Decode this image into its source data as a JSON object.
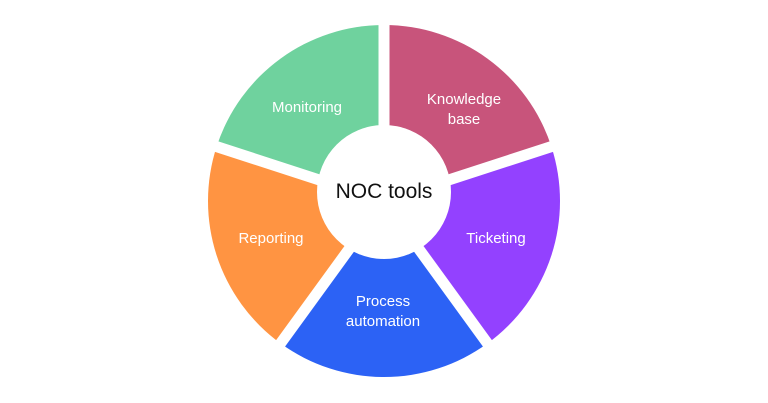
{
  "diagram": {
    "center_label": "NOC tools",
    "segments": [
      {
        "label_lines": [
          "Monitoring"
        ],
        "color": "#6FD29E",
        "start_deg": 198,
        "end_deg": 270
      },
      {
        "label_lines": [
          "Knowledge",
          "base"
        ],
        "color": "#C8547B",
        "start_deg": 270,
        "end_deg": 342
      },
      {
        "label_lines": [
          "Ticketing"
        ],
        "color": "#9341FF",
        "start_deg": 342,
        "end_deg": 414
      },
      {
        "label_lines": [
          "Process",
          "automation"
        ],
        "color": "#2C62F5",
        "start_deg": 54,
        "end_deg": 126
      },
      {
        "label_lines": [
          "Reporting"
        ],
        "color": "#FF9442",
        "start_deg": 126,
        "end_deg": 198
      }
    ],
    "segment_labels": {
      "monitoring": "Monitoring",
      "knowledge_1": "Knowledge",
      "knowledge_2": "base",
      "ticketing": "Ticketing",
      "process_1": "Process",
      "process_2": "automation",
      "reporting": "Reporting"
    }
  }
}
